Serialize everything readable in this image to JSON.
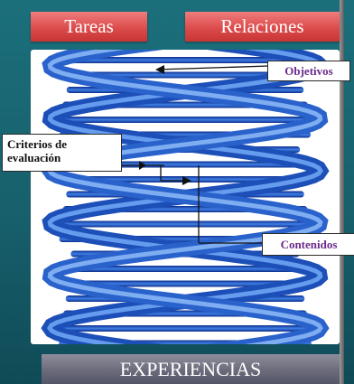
{
  "tabs": {
    "tareas": "Tareas",
    "relaciones": "Relaciones"
  },
  "labels": {
    "objetivos": "Objetivos",
    "criterios": "Criterios de evaluación",
    "contenidos": "Contenidos"
  },
  "footer": {
    "title": "EXPERIENCIAS"
  },
  "colors": {
    "background": "#17606c",
    "tab": "#dc4c4c",
    "label_accent": "#6b2a8a",
    "helix": "#2f7ae0",
    "footer": "#6b6b7b"
  }
}
